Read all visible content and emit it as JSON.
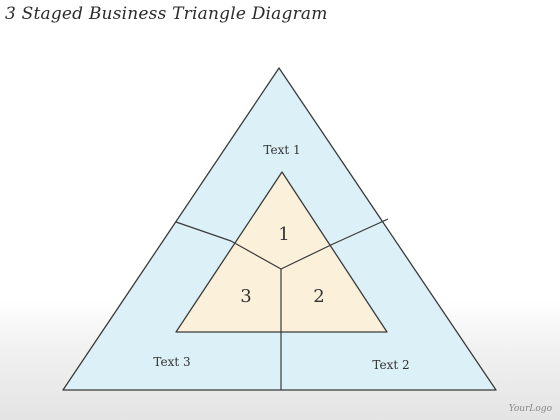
{
  "title": "3 Staged Business Triangle Diagram",
  "outer_labels": {
    "top": "Text 1",
    "right": "Text 2",
    "left": "Text 3"
  },
  "stages": {
    "top": "1",
    "right": "2",
    "left": "3"
  },
  "logo": "YourLogo",
  "colors": {
    "outer_fill": "#dcf0f7",
    "inner_fill": "#fbf1da",
    "stroke": "#3a3a3a"
  }
}
